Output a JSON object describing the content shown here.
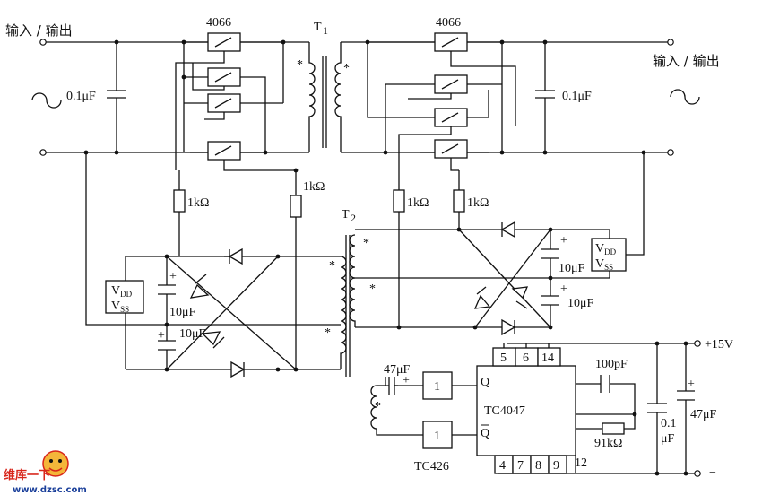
{
  "labels": {
    "io_left": "输入 / 输出",
    "io_right": "输入 / 输出",
    "ic_4066_left": "4066",
    "ic_4066_right": "4066",
    "t1": "T",
    "t1_sub": "1",
    "t2": "T",
    "t2_sub": "2",
    "cap_left": "0.1μF",
    "cap_right": "0.1μF",
    "r1_left": "1kΩ",
    "r2_left": "1kΩ",
    "r1_right": "1kΩ",
    "r2_right": "1kΩ",
    "vdd": "V",
    "vdd_sub": "DD",
    "vss": "V",
    "vss_sub": "SS",
    "c10_1": "10μF",
    "c10_2": "10μF",
    "c10_3": "10μF",
    "c10_4": "10μF",
    "c47_in": "47μF",
    "c100p": "100pF",
    "r91k": "91kΩ",
    "c01_a": "0.1",
    "c01_b": "μF",
    "c47_out": "47μF",
    "supply": "+15V",
    "minus": "−",
    "ic_tc4047": "TC4047",
    "ic_tc426": "TC426",
    "q": "Q",
    "qbar": "Q",
    "buf1": "1",
    "buf2": "1",
    "pin5": "5",
    "pin6": "6",
    "pin14": "14",
    "pin4": "4",
    "pin7": "7",
    "pin8": "8",
    "pin9": "9",
    "pin12": "12",
    "star": "*",
    "plus": "+"
  },
  "watermark": {
    "brand": "维库一下",
    "url": "www.dzsc.com"
  }
}
